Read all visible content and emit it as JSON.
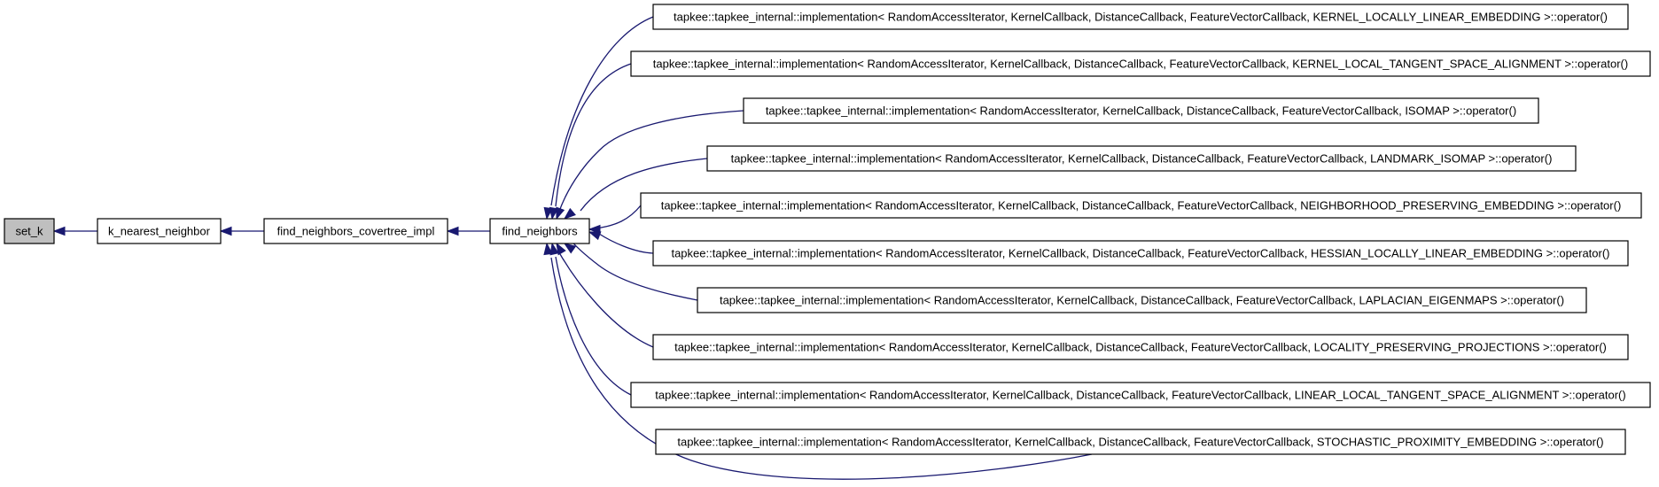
{
  "diagram": {
    "colors": {
      "edge": "#191970",
      "node_border": "#000000",
      "node_fill": "#ffffff",
      "highlight_fill": "#bfbfbf",
      "text": "#000000"
    },
    "chain": [
      {
        "id": "set_k",
        "label": "set_k",
        "highlighted": true
      },
      {
        "id": "k_nearest_neighbor",
        "label": "k_nearest_neighbor",
        "highlighted": false
      },
      {
        "id": "find_neighbors_covertree_impl",
        "label": "find_neighbors_covertree_impl",
        "highlighted": false
      },
      {
        "id": "find_neighbors",
        "label": "find_neighbors",
        "highlighted": false
      }
    ],
    "callers": [
      {
        "id": "kernel_locally_linear_embedding",
        "label": "tapkee::tapkee_internal::implementation< RandomAccessIterator, KernelCallback, DistanceCallback, FeatureVectorCallback, KERNEL_LOCALLY_LINEAR_EMBEDDING >::operator()"
      },
      {
        "id": "kernel_local_tangent_space_alignment",
        "label": "tapkee::tapkee_internal::implementation< RandomAccessIterator, KernelCallback, DistanceCallback, FeatureVectorCallback, KERNEL_LOCAL_TANGENT_SPACE_ALIGNMENT >::operator()"
      },
      {
        "id": "isomap",
        "label": "tapkee::tapkee_internal::implementation< RandomAccessIterator, KernelCallback, DistanceCallback, FeatureVectorCallback, ISOMAP >::operator()"
      },
      {
        "id": "landmark_isomap",
        "label": "tapkee::tapkee_internal::implementation< RandomAccessIterator, KernelCallback, DistanceCallback, FeatureVectorCallback, LANDMARK_ISOMAP >::operator()"
      },
      {
        "id": "neighborhood_preserving_embedding",
        "label": "tapkee::tapkee_internal::implementation< RandomAccessIterator, KernelCallback, DistanceCallback, FeatureVectorCallback, NEIGHBORHOOD_PRESERVING_EMBEDDING >::operator()"
      },
      {
        "id": "hessian_locally_linear_embedding",
        "label": "tapkee::tapkee_internal::implementation< RandomAccessIterator, KernelCallback, DistanceCallback, FeatureVectorCallback, HESSIAN_LOCALLY_LINEAR_EMBEDDING >::operator()"
      },
      {
        "id": "laplacian_eigenmaps",
        "label": "tapkee::tapkee_internal::implementation< RandomAccessIterator, KernelCallback, DistanceCallback, FeatureVectorCallback, LAPLACIAN_EIGENMAPS >::operator()"
      },
      {
        "id": "locality_preserving_projections",
        "label": "tapkee::tapkee_internal::implementation< RandomAccessIterator, KernelCallback, DistanceCallback, FeatureVectorCallback, LOCALITY_PRESERVING_PROJECTIONS >::operator()"
      },
      {
        "id": "linear_local_tangent_space_alignment",
        "label": "tapkee::tapkee_internal::implementation< RandomAccessIterator, KernelCallback, DistanceCallback, FeatureVectorCallback, LINEAR_LOCAL_TANGENT_SPACE_ALIGNMENT >::operator()"
      },
      {
        "id": "stochastic_proximity_embedding",
        "label": "tapkee::tapkee_internal::implementation< RandomAccessIterator, KernelCallback, DistanceCallback, FeatureVectorCallback, STOCHASTIC_PROXIMITY_EMBEDDING >::operator()"
      }
    ]
  }
}
